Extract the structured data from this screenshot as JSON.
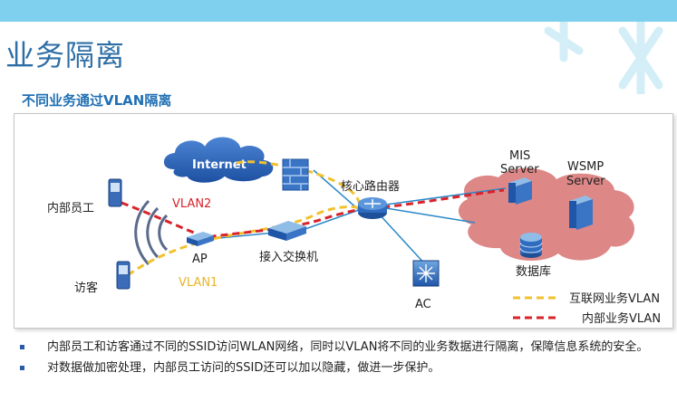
{
  "page": {
    "title": "业务隔离",
    "subtitle": "不同业务通过VLAN隔离"
  },
  "diagram": {
    "internet": "Internet",
    "core_router": "核心路由器",
    "mis_server": [
      "MIS",
      "Server"
    ],
    "wsmp_server": [
      "WSMP",
      "Server"
    ],
    "database": "数据库",
    "internal_staff": "内部员工",
    "visitor": "访客",
    "vlan2": "VLAN2",
    "vlan1": "VLAN1",
    "ap": "AP",
    "access_switch": "接入交换机",
    "ac": "AC",
    "legend": [
      {
        "label": "互联网业务VLAN",
        "color": "#f2c12e"
      },
      {
        "label": "内部业务VLAN",
        "color": "#d8232a"
      }
    ]
  },
  "bullets": [
    "内部员工和访客通过不同的SSID访问WLAN网络，同时以VLAN将不同的业务数据进行隔离，保障信息系统的安全。",
    "对数据做加密处理，内部员工访问的SSID还可以加以隐藏，做进一步保护。"
  ]
}
